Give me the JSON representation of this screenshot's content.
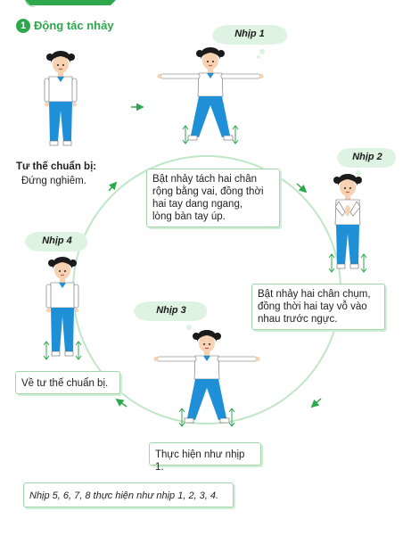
{
  "section": {
    "number": "1",
    "title": "Động tác nhảy"
  },
  "beats": {
    "b1": "Nhịp 1",
    "b2": "Nhịp 2",
    "b3": "Nhịp 3",
    "b4": "Nhịp 4"
  },
  "ready": {
    "label": "Tư thế chuẩn bị:",
    "detail": "Đứng nghiêm."
  },
  "steps": {
    "s1": [
      "Bật nhảy tách hai chân",
      "rộng bằng vai, đồng thời",
      "hai tay dang ngang,",
      "lòng bàn tay úp."
    ],
    "s2": [
      "Bật nhảy hai chân chụm,",
      "đồng thời hai tay vỗ vào",
      "nhau trước ngực."
    ],
    "s3": "Thực hiện như nhịp 1.",
    "s4": "Về tư thế chuẩn bị."
  },
  "footer_note": "Nhịp 5, 6, 7, 8 thực hiện như nhịp 1, 2, 3, 4.",
  "colors": {
    "accent_green": "#2ea84c",
    "cloud_fill": "#dff3e2",
    "shirt": "#ffffff",
    "pants": "#1f8fd8",
    "hair": "#1b1b1b",
    "skin": "#f6d2b2"
  }
}
